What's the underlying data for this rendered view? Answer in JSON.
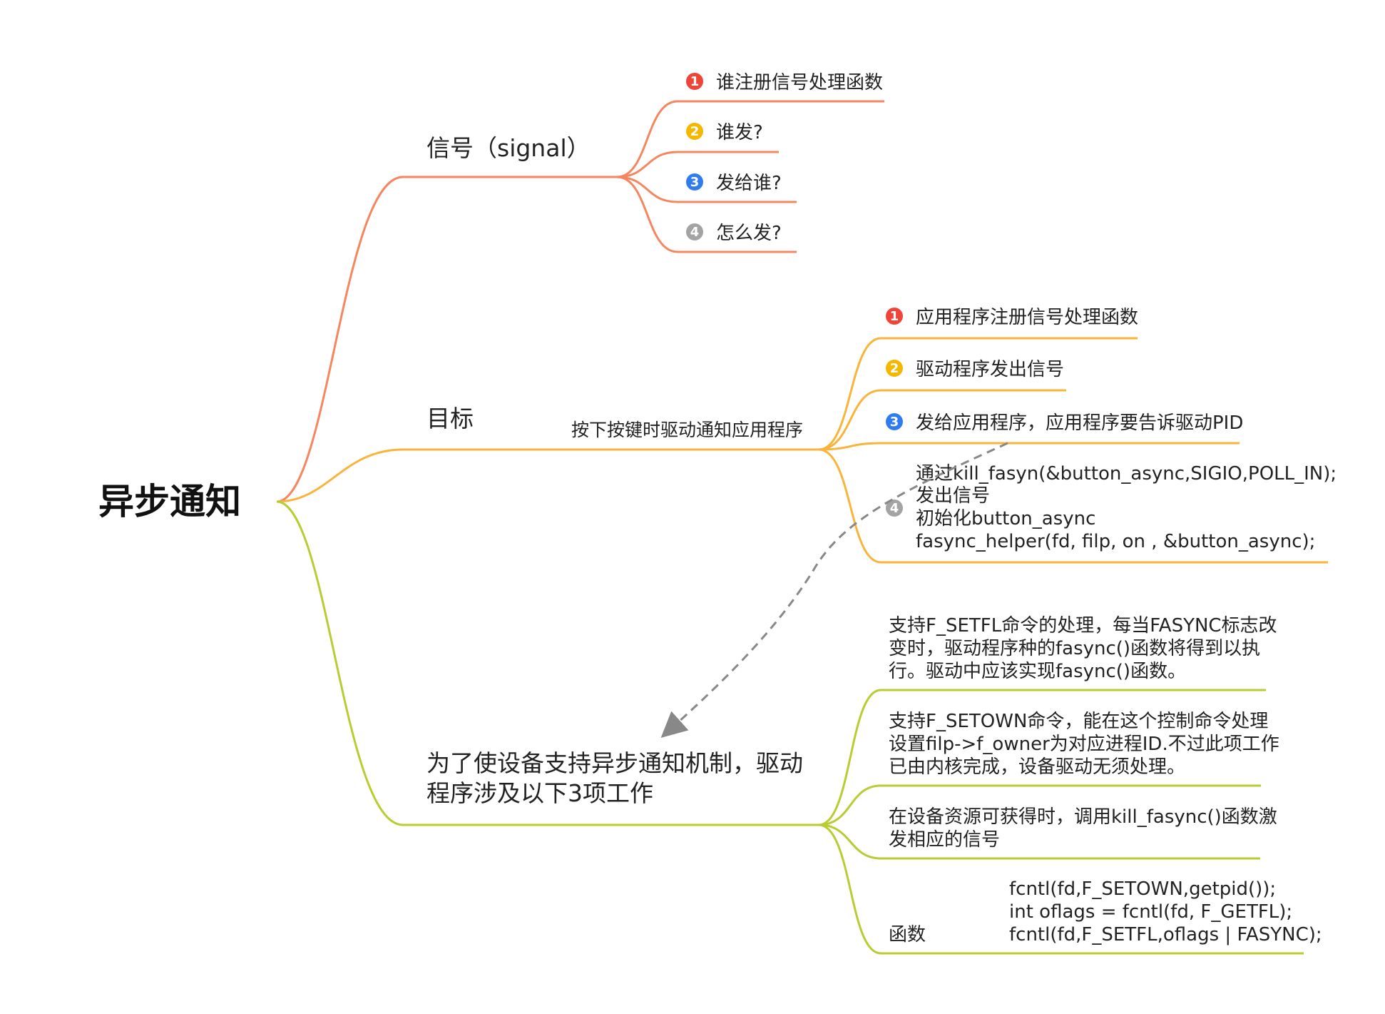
{
  "root": {
    "title": "异步通知"
  },
  "colors": {
    "signal": "#F58660",
    "goal": "#F9B43C",
    "work": "#B9CC31",
    "badge1": "#F04438",
    "badge2": "#F5B800",
    "badge3": "#2F7CF0",
    "badge4": "#A3A3A3",
    "dashed": "#888888"
  },
  "signal": {
    "title": "信号（signal）",
    "items": [
      {
        "num": "1",
        "text": "谁注册信号处理函数"
      },
      {
        "num": "2",
        "text": "谁发?"
      },
      {
        "num": "3",
        "text": "发给谁?"
      },
      {
        "num": "4",
        "text": "怎么发?"
      }
    ]
  },
  "goal": {
    "title": "目标",
    "subtitle": "按下按键时驱动通知应用程序",
    "items": [
      {
        "num": "1",
        "text": "应用程序注册信号处理函数"
      },
      {
        "num": "2",
        "text": "驱动程序发出信号"
      },
      {
        "num": "3",
        "text": "发给应用程序，应用程序要告诉驱动PID"
      },
      {
        "num": "4",
        "lines": [
          "通过kill_fasyn(&button_async,SIGIO,POLL_IN);",
          "发出信号",
          "初始化button_async",
          "fasync_helper(fd, filp, on , &button_async);"
        ]
      }
    ]
  },
  "work": {
    "title_lines": [
      "为了使设备支持异步通知机制，驱动",
      "程序涉及以下3项工作"
    ],
    "items": [
      {
        "lines": [
          "支持F_SETFL命令的处理，每当FASYNC标志改",
          "变时，驱动程序种的fasync()函数将得到以执",
          "行。驱动中应该实现fasync()函数。"
        ]
      },
      {
        "lines": [
          "支持F_SETOWN命令，能在这个控制命令处理",
          "设置filp->f_owner为对应进程ID.不过此项工作",
          "已由内核完成，设备驱动无须处理。"
        ]
      },
      {
        "lines": [
          "在设备资源可获得时，调用kill_fasync()函数激",
          "发相应的信号"
        ]
      },
      {
        "label": "函数",
        "code_lines": [
          "fcntl(fd,F_SETOWN,getpid());",
          "int oflags = fcntl(fd, F_GETFL);",
          "fcntl(fd,F_SETFL,oflags | FASYNC);"
        ]
      }
    ]
  }
}
